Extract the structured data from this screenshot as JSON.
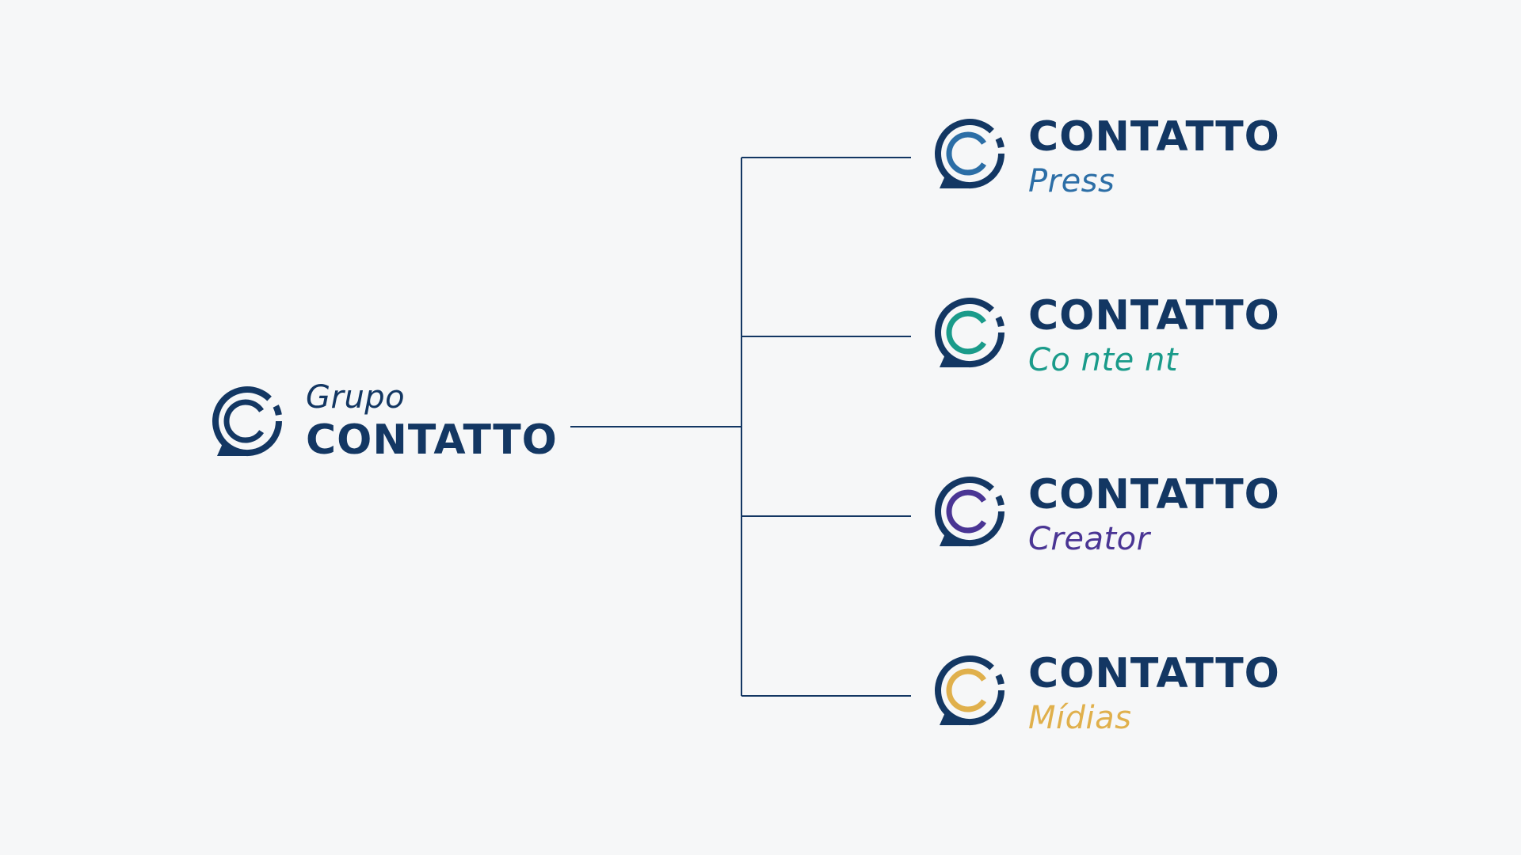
{
  "colors": {
    "navy": "#133763",
    "background": "#f6f7f8"
  },
  "parent": {
    "prefix": "Grupo",
    "name": "CONTATTO",
    "icon": "contatto-speech-bubble-icon",
    "accent": "#133763"
  },
  "children": [
    {
      "name": "CONTATTO",
      "sub": "Press",
      "accent": "#2c6ea6",
      "icon": "contatto-press-icon"
    },
    {
      "name": "CONTATTO",
      "sub": "Co nte nt",
      "accent": "#1a9b8a",
      "icon": "contatto-content-icon"
    },
    {
      "name": "CONTATTO",
      "sub": "Creator",
      "accent": "#4a3594",
      "icon": "contatto-creator-icon"
    },
    {
      "name": "CONTATTO",
      "sub": "Mídias",
      "accent": "#e0b04c",
      "icon": "contatto-midias-icon"
    }
  ]
}
